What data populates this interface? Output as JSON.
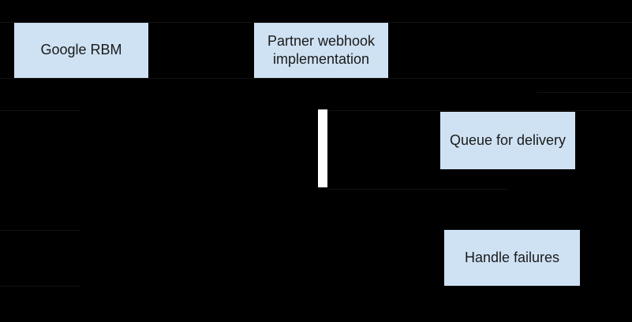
{
  "diagram": {
    "kind": "sequence-flow-diagram",
    "nodes": [
      {
        "id": "google-rbm",
        "label": "Google RBM"
      },
      {
        "id": "partner-webhook-implementation",
        "label": "Partner webhook implementation"
      },
      {
        "id": "queue-for-delivery",
        "label": "Queue for delivery"
      },
      {
        "id": "handle-failures",
        "label": "Handle failures"
      }
    ],
    "activation_bar": {
      "id": "partner-activation-bar"
    },
    "colors": {
      "background": "#000000",
      "node_fill": "#cfe2f3",
      "node_text": "#1a1a1a",
      "activation_bar_fill": "#ffffff",
      "faint_line": "#121212"
    }
  }
}
